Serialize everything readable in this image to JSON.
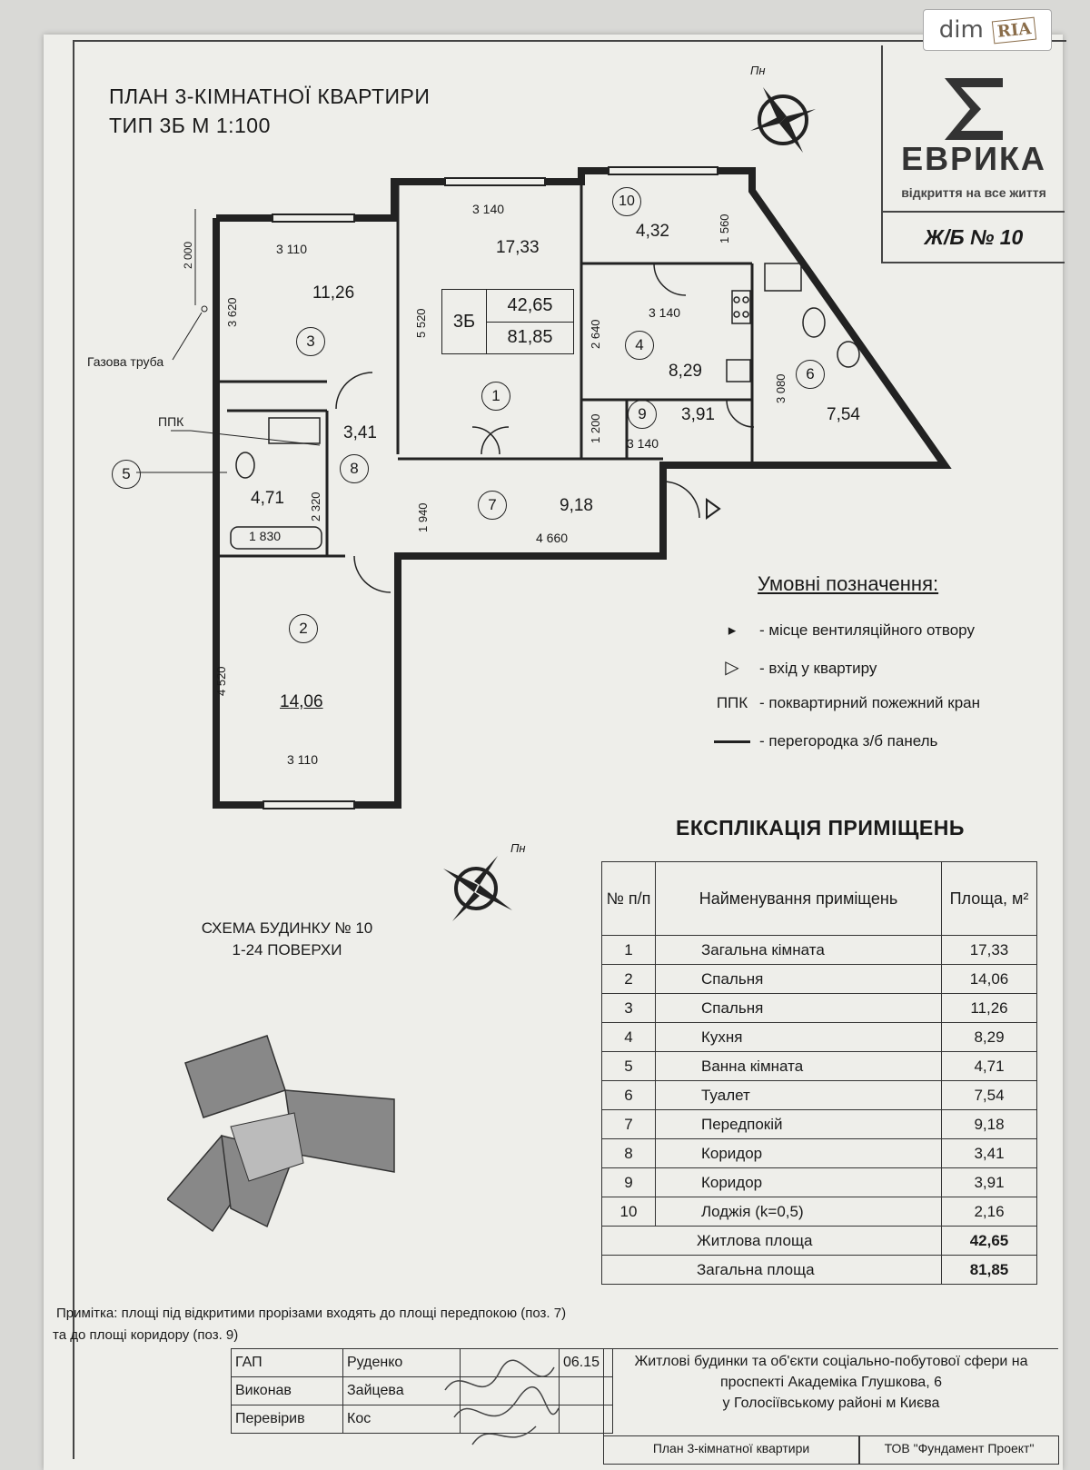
{
  "watermark": {
    "left": "dim",
    "right": "RIA"
  },
  "header": {
    "title_line1": "ПЛАН 3-КІМНАТНОЇ КВАРТИРИ",
    "title_line2": "ТИП 3Б  М 1:100"
  },
  "brand": {
    "name": "ЕВРИКА",
    "slogan": "відкриття на все життя",
    "block": "Ж/Б № 10"
  },
  "compass": {
    "north_label": "Пн"
  },
  "plan": {
    "gas_pipe_label": "Газова труба",
    "ppk_label": "ППК",
    "dim_2000": "2 000",
    "apt_type": "3Б",
    "living_area": "42,65",
    "total_area": "81,85",
    "rooms": [
      {
        "num": "1",
        "area": "17,33"
      },
      {
        "num": "2",
        "area": "14,06"
      },
      {
        "num": "3",
        "area": "11,26"
      },
      {
        "num": "4",
        "area": "8,29"
      },
      {
        "num": "5",
        "area": "4,71"
      },
      {
        "num": "6",
        "area": "7,54"
      },
      {
        "num": "7",
        "area": "9,18"
      },
      {
        "num": "8",
        "area": "3,41"
      },
      {
        "num": "9",
        "area": "3,91"
      },
      {
        "num": "10",
        "area": "4,32"
      }
    ],
    "dims": {
      "d3110a": "3 110",
      "d3620": "3 620",
      "d3140a": "3 140",
      "d5520": "5 520",
      "d1560": "1 560",
      "d3140b": "3 140",
      "d2640": "2 640",
      "d3080": "3 080",
      "d1200": "1 200",
      "d3140c": "3 140",
      "d2320": "2 320",
      "d1830": "1 830",
      "d1940": "1 940",
      "d4660": "4 660",
      "d4520": "4 520",
      "d3110b": "3 110"
    }
  },
  "legend": {
    "title": "Умовні позначення:",
    "items": [
      {
        "symbol": "▸",
        "text": "- місце вентиляційного отвору"
      },
      {
        "symbol": "▷",
        "text": "- вхід у квартиру"
      },
      {
        "symbol": "ППК",
        "text": "- поквартирний пожежний кран"
      },
      {
        "symbol": "line",
        "text": "- перегородка з/б панель"
      }
    ]
  },
  "scheme": {
    "title_line1": "СХЕМА БУДИНКУ № 10",
    "title_line2": "1-24 ПОВЕРХИ"
  },
  "explication": {
    "title": "ЕКСПЛІКАЦІЯ ПРИМІЩЕНЬ",
    "col_num": "№ п/п",
    "col_name": "Найменування приміщень",
    "col_area": "Площа, м²",
    "rows": [
      {
        "num": "1",
        "name": "Загальна кімната",
        "area": "17,33"
      },
      {
        "num": "2",
        "name": "Спальня",
        "area": "14,06"
      },
      {
        "num": "3",
        "name": "Спальня",
        "area": "11,26"
      },
      {
        "num": "4",
        "name": "Кухня",
        "area": "8,29"
      },
      {
        "num": "5",
        "name": "Ванна кімната",
        "area": "4,71"
      },
      {
        "num": "6",
        "name": "Туалет",
        "area": "7,54"
      },
      {
        "num": "7",
        "name": "Передпокій",
        "area": "9,18"
      },
      {
        "num": "8",
        "name": "Коридор",
        "area": "3,41"
      },
      {
        "num": "9",
        "name": "Коридор",
        "area": "3,91"
      },
      {
        "num": "10",
        "name": "Лоджія (k=0,5)",
        "area": "2,16"
      }
    ],
    "living_label": "Житлова площа",
    "living_value": "42,65",
    "total_label": "Загальна площа",
    "total_value": "81,85"
  },
  "note": {
    "line1": "Примітка: площі під відкритими прорізами входять до площі передпокою (поз. 7)",
    "line2": "та до площі коридору (поз. 9)"
  },
  "stamp": {
    "rows": [
      {
        "role": "ГАП",
        "name": "Руденко",
        "date": "06.15"
      },
      {
        "role": "Виконав",
        "name": "Зайцева",
        "date": ""
      },
      {
        "role": "Перевірив",
        "name": "Кос",
        "date": ""
      }
    ],
    "project_line1": "Житлові будинки та об'єкти соціально-побутової сфери на",
    "project_line2": "проспекті Академіка Глушкова, 6",
    "project_line3": "у Голосіївському районі  м Києва",
    "sheet_title": "План 3-кімнатної квартири",
    "company": "ТОВ \"Фундамент Проект\""
  }
}
